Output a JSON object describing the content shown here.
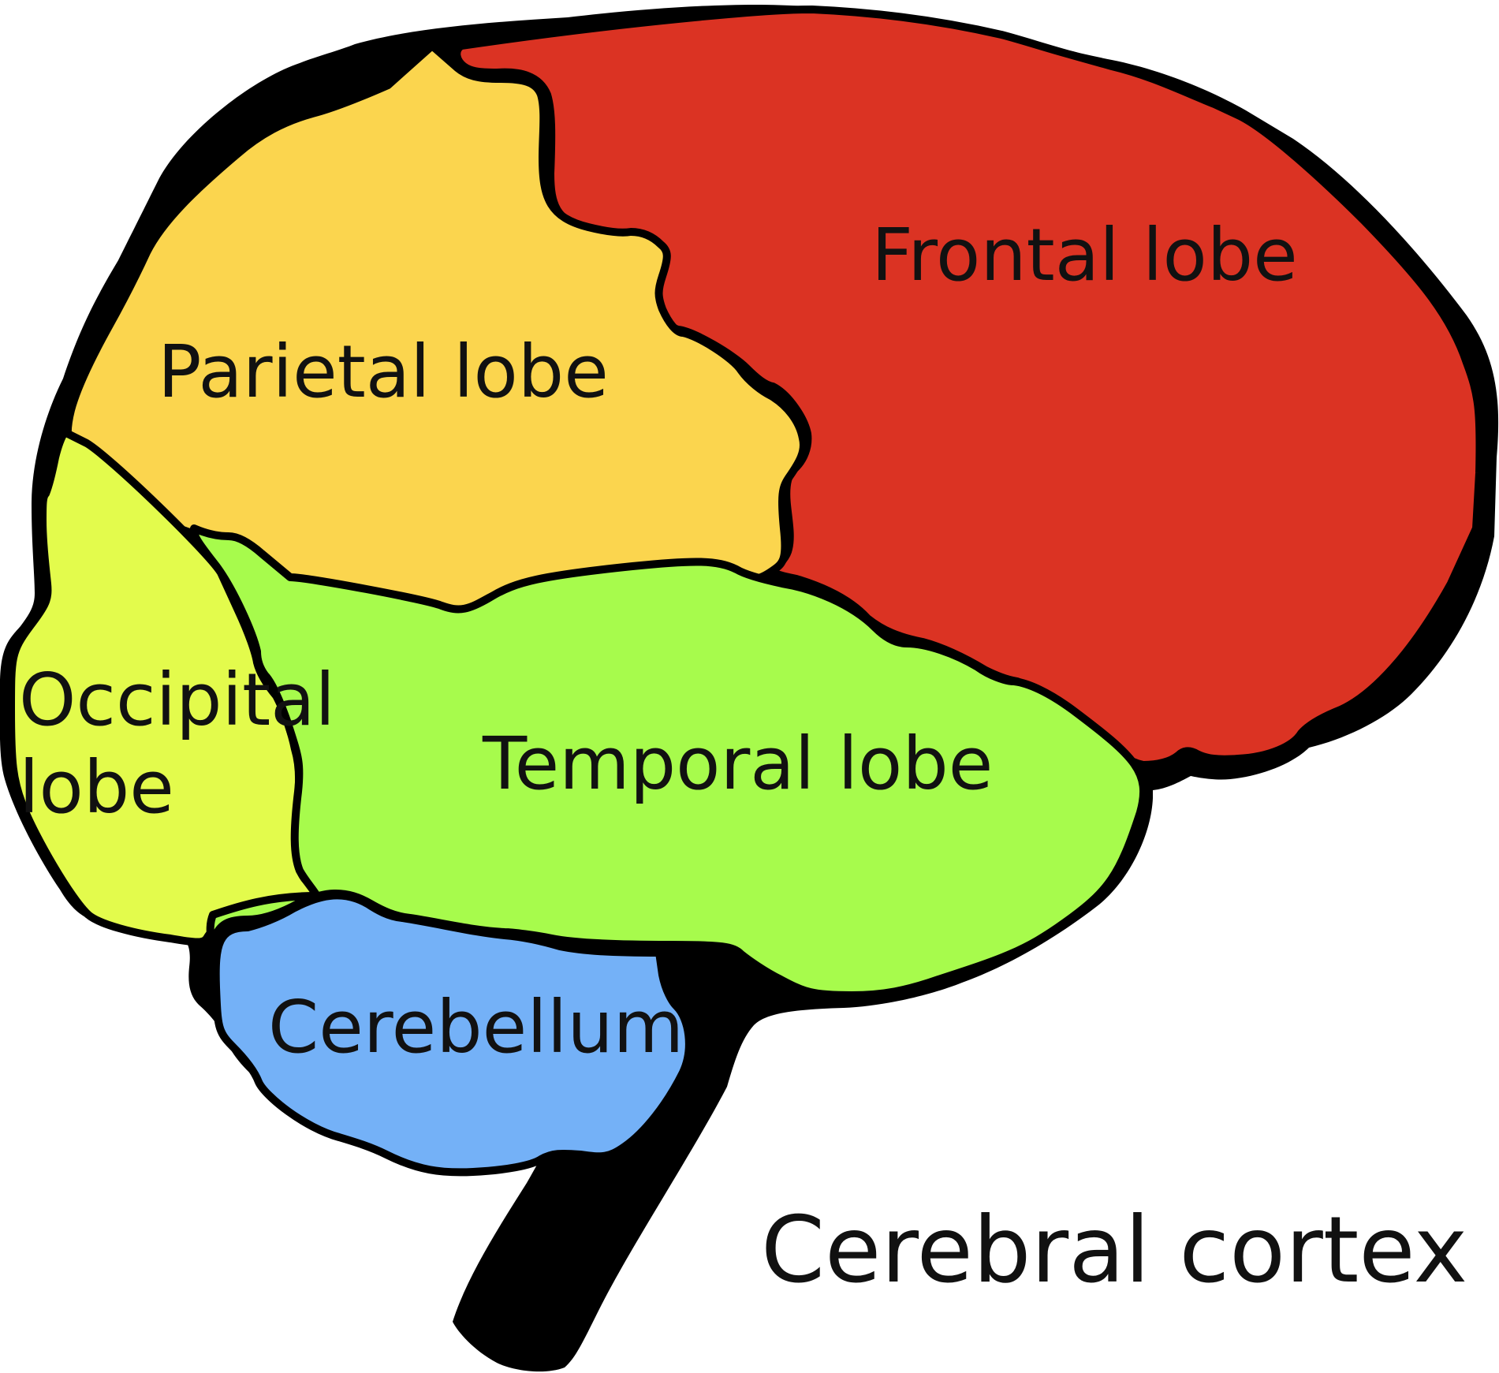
{
  "labels": {
    "frontal": "Frontal lobe",
    "parietal": "Parietal lobe",
    "occipital_line1": "Occipital",
    "occipital_line2": "lobe",
    "temporal": "Temporal lobe",
    "cerebellum": "Cerebellum"
  },
  "caption": "Cerebral cortex",
  "colors": {
    "frontal": "#DB3323",
    "parietal": "#FBD54E",
    "occipital": "#E3FB4C",
    "temporal": "#A7FB4C",
    "cerebellum": "#74B1F7",
    "outline": "#000000"
  }
}
